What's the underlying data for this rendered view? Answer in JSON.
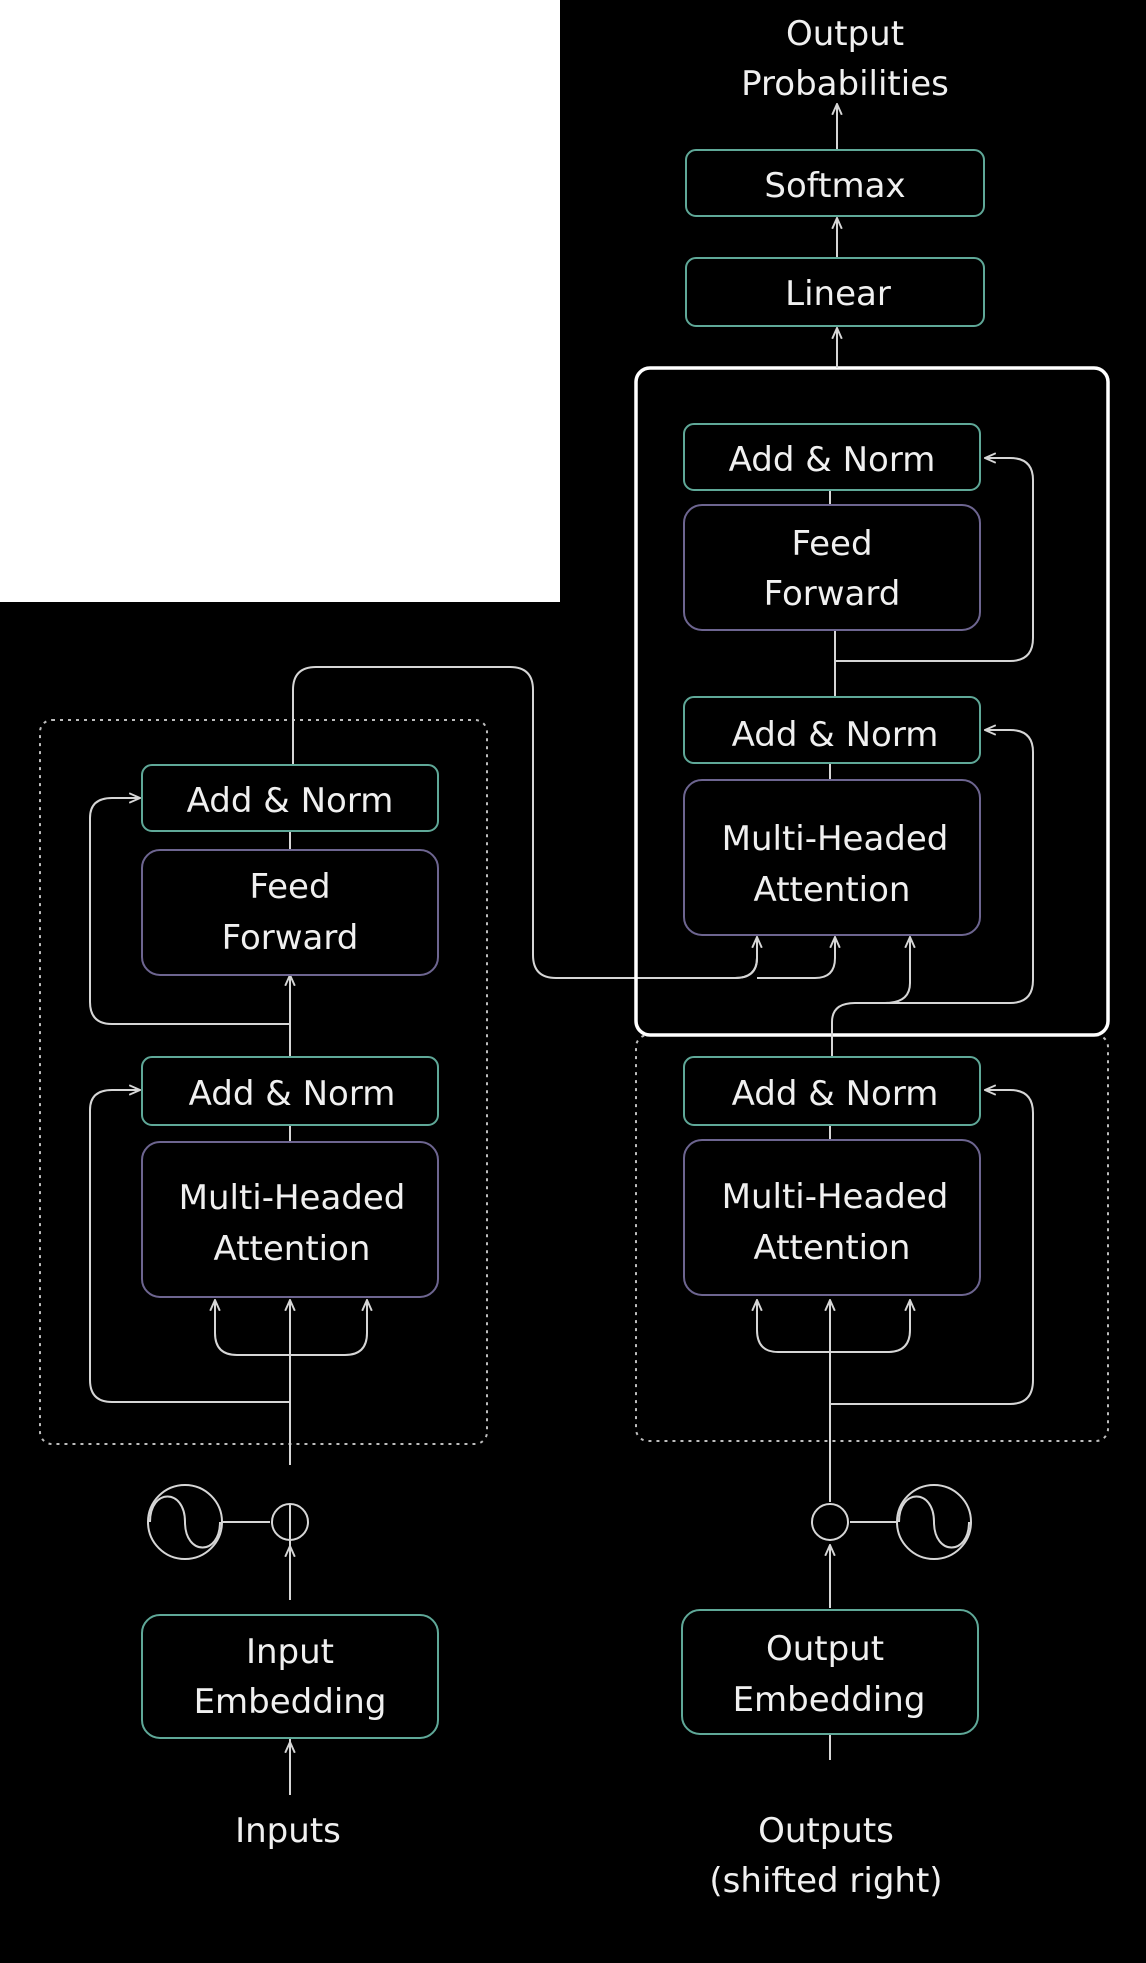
{
  "output_label": [
    "Output",
    "Probabilities"
  ],
  "softmax": "Softmax",
  "linear": "Linear",
  "decoder": {
    "add_norm_top": "Add & Norm",
    "feed_forward": [
      "Feed",
      "Forward"
    ],
    "add_norm_mid": "Add & Norm",
    "cross_attention": [
      "Multi-Headed",
      "Attention"
    ],
    "add_norm_bottom": "Add & Norm",
    "self_attention": [
      "Multi-Headed",
      "Attention"
    ],
    "embedding": [
      "Output",
      "Embedding"
    ],
    "input_label": [
      "Outputs",
      "(shifted right)"
    ]
  },
  "encoder": {
    "add_norm_top": "Add & Norm",
    "feed_forward": [
      "Feed",
      "Forward"
    ],
    "add_norm_bottom": "Add & Norm",
    "self_attention": [
      "Multi-Headed",
      "Attention"
    ],
    "embedding": [
      "Input",
      "Embedding"
    ],
    "input_label": "Inputs"
  },
  "colors": {
    "background": "#000000",
    "box_green": "#5fa898",
    "box_purple": "#6d6590",
    "highlight": "#ffffff"
  }
}
